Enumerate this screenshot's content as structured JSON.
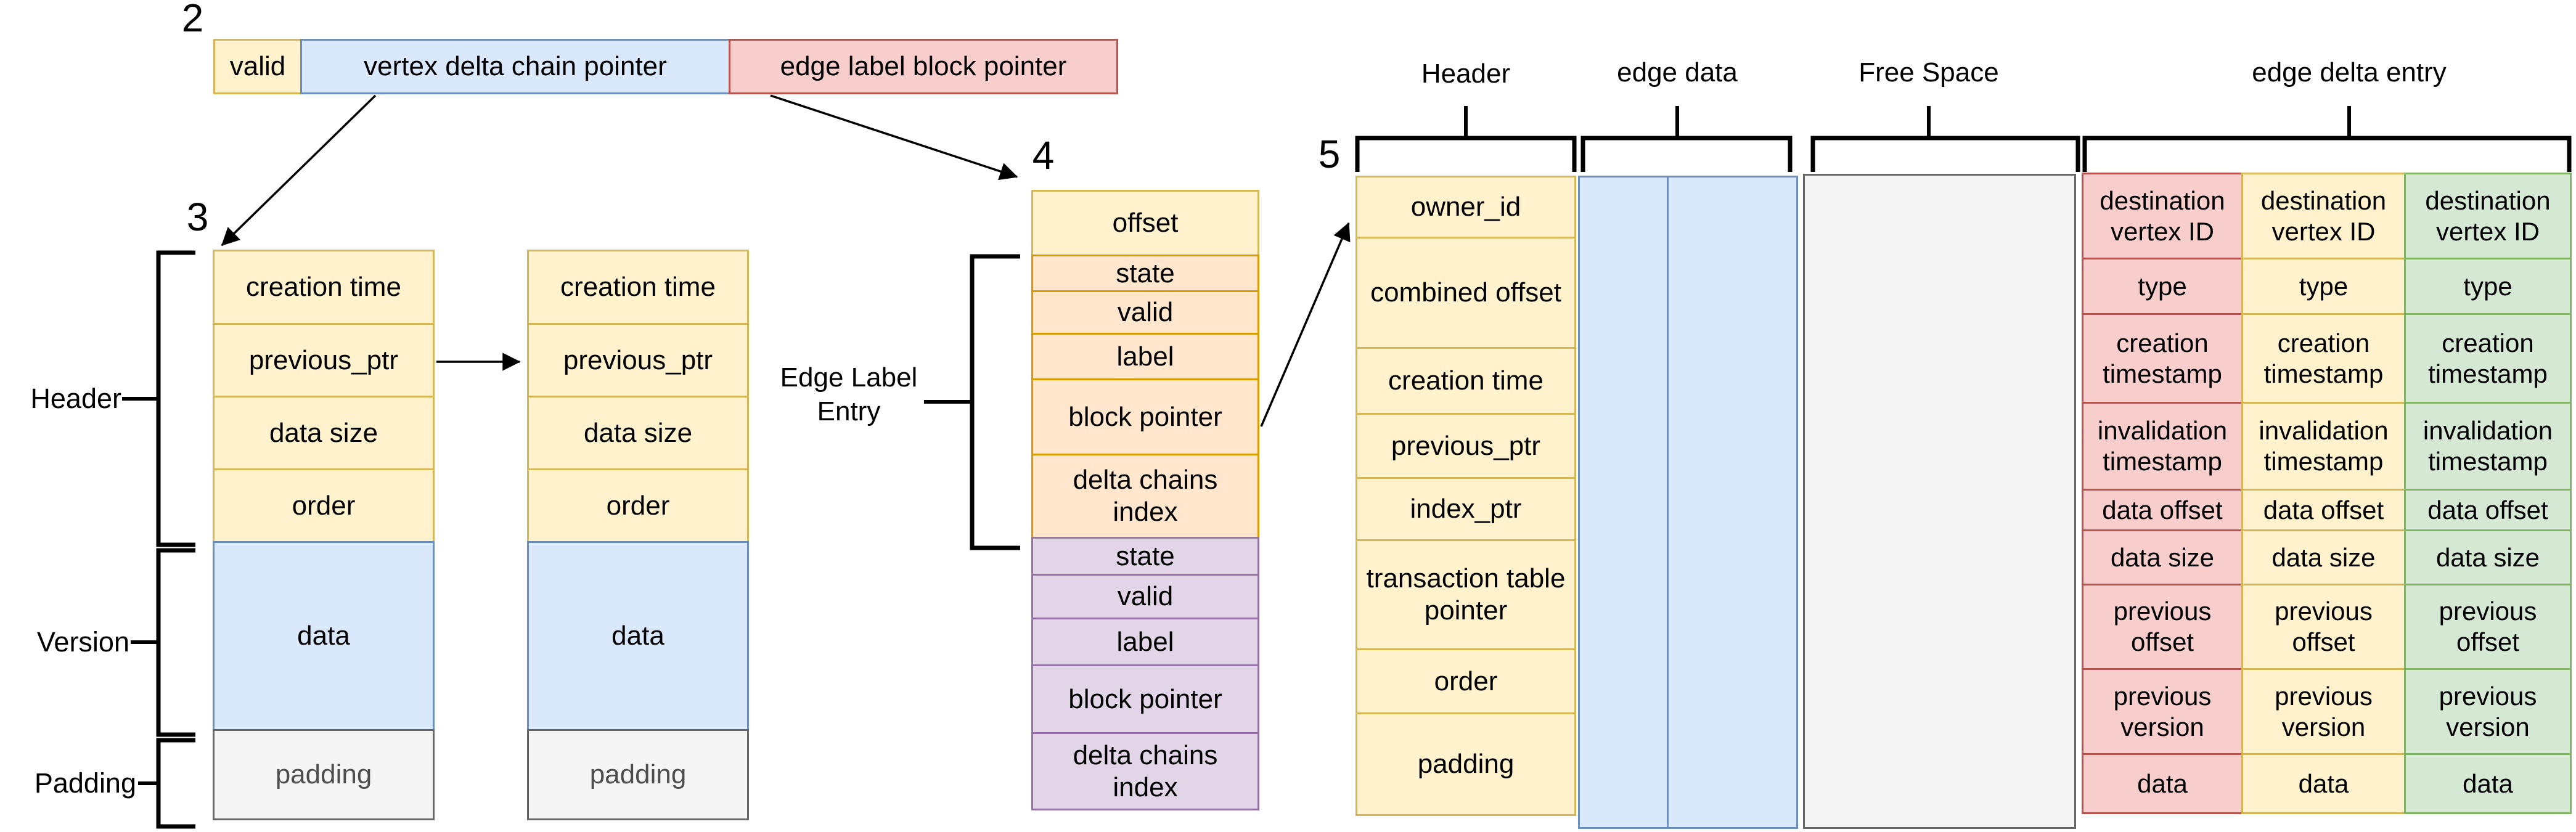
{
  "palette": {
    "yellow_fill": "#FFF2CC",
    "yellow_stroke": "#D6B656",
    "blue_fill": "#DAE8FC",
    "blue_stroke": "#6C8EBF",
    "red_fill": "#F8CECC",
    "red_stroke": "#B85450",
    "orange_fill": "#FFE6CC",
    "orange_stroke": "#D79B00",
    "purple_fill": "#E1D5E7",
    "purple_stroke": "#9673A6",
    "green_fill": "#D5E8D4",
    "green_stroke": "#82B366",
    "gray_fill": "#F5F5F5",
    "gray_stroke": "#666666",
    "line_color": "#000000",
    "background": "#ffffff"
  },
  "s2": {
    "number": "2",
    "cells": [
      {
        "label": "valid"
      },
      {
        "label": "vertex delta chain pointer"
      },
      {
        "label": "edge label block pointer"
      }
    ]
  },
  "s3": {
    "number": "3",
    "side_labels": {
      "header": "Header",
      "version": "Version",
      "padding": "Padding"
    },
    "rows": [
      {
        "label": "creation time"
      },
      {
        "label": "previous_ptr"
      },
      {
        "label": "data size"
      },
      {
        "label": "order"
      },
      {
        "label": "data"
      },
      {
        "label": "padding"
      }
    ]
  },
  "s4": {
    "number": "4",
    "side_label": "Edge Label Entry",
    "rows": [
      {
        "label": "offset"
      },
      {
        "label": "state"
      },
      {
        "label": "valid"
      },
      {
        "label": "label"
      },
      {
        "label": "block pointer"
      },
      {
        "label": "delta chains index"
      },
      {
        "label": "state"
      },
      {
        "label": "valid"
      },
      {
        "label": "label"
      },
      {
        "label": "block pointer"
      },
      {
        "label": "delta chains index"
      }
    ]
  },
  "s5": {
    "number": "5",
    "top_labels": {
      "header": "Header",
      "edge_data": "edge data",
      "free_space": "Free Space",
      "edge_delta_entry": "edge delta entry"
    },
    "header_rows": [
      {
        "label": "owner_id"
      },
      {
        "label": "combined offset"
      },
      {
        "label": "creation time"
      },
      {
        "label": "previous_ptr"
      },
      {
        "label": "index_ptr"
      },
      {
        "label": "transaction table pointer"
      },
      {
        "label": "order"
      },
      {
        "label": "padding"
      }
    ],
    "delta_rows": [
      {
        "label": "destination vertex ID"
      },
      {
        "label": "type"
      },
      {
        "label": "creation timestamp"
      },
      {
        "label": "invalidation timestamp"
      },
      {
        "label": "data offset"
      },
      {
        "label": "data size"
      },
      {
        "label": "previous offset"
      },
      {
        "label": "previous version"
      },
      {
        "label": "data"
      }
    ]
  }
}
